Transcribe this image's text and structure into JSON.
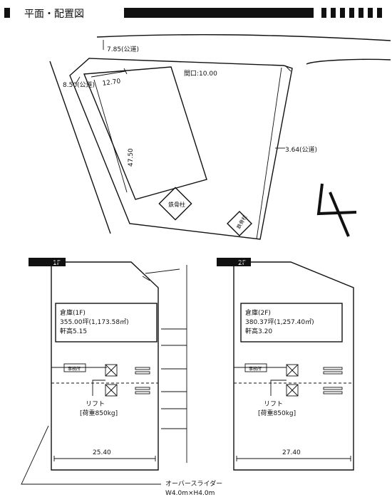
{
  "header": {
    "title": "平面・配置図"
  },
  "site_plan": {
    "road_top": "7.85(公道)",
    "road_left": "8.50(公道)",
    "road_right": "3.64(公道)",
    "frontage": "間口:10.00",
    "building_width": "12.70",
    "building_depth": "47.50",
    "marker_a": "鉄骨柱",
    "marker_b": "鉄骨柱"
  },
  "floor_1f": {
    "label": "1F",
    "info_title": "倉庫(1F)",
    "info_area": "355.00坪(1,173.58㎡)",
    "info_height": "軒高5.15",
    "room_tag": "事務所",
    "lift_label": "リフト",
    "lift_capacity": "[荷重850kg]",
    "width_dim": "25.40"
  },
  "floor_2f": {
    "label": "2F",
    "info_title": "倉庫(2F)",
    "info_area": "380.37坪(1,257.40㎡)",
    "info_height": "軒高3.20",
    "room_tag": "事務所",
    "lift_label": "リフト",
    "lift_capacity": "[荷重850kg]",
    "width_dim": "27.40"
  },
  "overhead_slider": {
    "label": "オーバースライダー",
    "size": "W4.0m×H4.0m"
  }
}
